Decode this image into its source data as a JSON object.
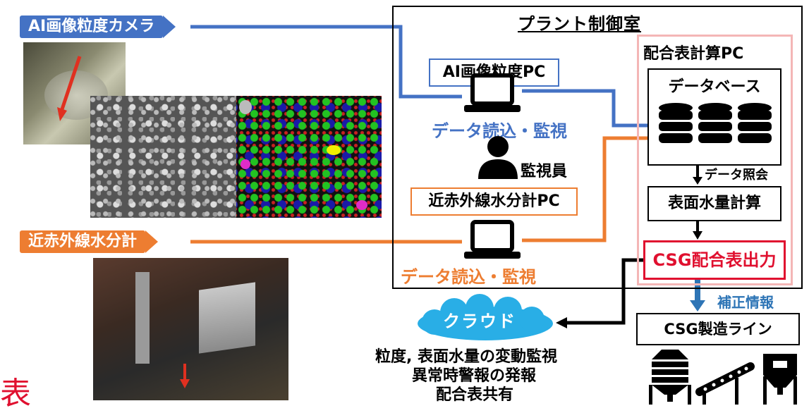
{
  "labels": {
    "ai_camera": "AI画像粒度カメラ",
    "nir_meter": "近赤外線水分計"
  },
  "control_room": {
    "title": "プラント制御室",
    "ai_pc": "AI画像粒度PC",
    "ai_read": "データ読込・監視",
    "operator": "監視員",
    "nir_pc": "近赤外線水分計PC",
    "nir_read": "データ読込・監視"
  },
  "calc_pc": {
    "title": "配合表計算PC",
    "database": "データベース",
    "data_ref": "データ照会",
    "surface_water": "表面水量計算",
    "output": "CSG配合表出力"
  },
  "correction": "補正情報",
  "production_line": "CSG製造ライン",
  "cloud": {
    "label": "クラウド",
    "notes": [
      "粒度, 表面水量の変動監視",
      "異常時警報の発報",
      "配合表共有"
    ]
  },
  "stray_char": "表",
  "colors": {
    "blue": "#4472c4",
    "orange": "#ed7d31",
    "cloud": "#29aee6",
    "output_red": "#e0102f",
    "pink": "#f4b6b6",
    "arrow_blue": "#2e75b6"
  },
  "icons": [
    "laptop-icon",
    "person-icon",
    "database-icon",
    "silo-icon",
    "conveyor-icon",
    "hopper-icon"
  ]
}
